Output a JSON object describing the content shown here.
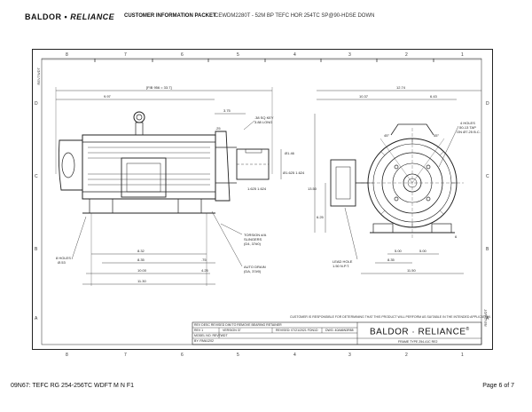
{
  "header": {
    "logo_left": "BALDOR",
    "logo_sep": "•",
    "logo_right": "RELIANCE",
    "packet_title": "CUSTOMER INFORMATION PACKET",
    "model_line": "CEWDM2280T - 52M BP TEFC HOR 254TC SP@90-HDSE DOWN"
  },
  "drawing": {
    "zones_top": [
      "8",
      "7",
      "6",
      "5",
      "4",
      "3",
      "2",
      "1"
    ],
    "zones_side": [
      "D",
      "C",
      "B",
      "A"
    ],
    "rev_label": "REV7WDT",
    "dims": {
      "overall_len": "[FIB 956 = 33.7]",
      "d997": "9.97",
      "d375": "3.75",
      "d25": ".25",
      "key": ".38 SQ KEY",
      "key_long": "3.88 LONG",
      "d146": "Ø1.46",
      "d163": "1.625\n1.624",
      "d1625": "Ø1.625\n1.624",
      "d832": "8.32",
      "d835": "8.35",
      "d75": ".75",
      "d425": "4.25",
      "d1000": "10.00",
      "d1130": "11.30",
      "holes": "8 HOLES",
      "hole_dia": "Ø.53",
      "conduit": "TORSION #/A",
      "conduit2": "SLINGERS",
      "conduit3": "(D4, 37#0)",
      "auto_drain": "AUTO DRAIN",
      "auto_drain2": "(DA, 37#0)",
      "d1274": "12.74",
      "d1037": "10.37",
      "d643": "6.43",
      "ang45a": "45°",
      "ang45b": "45°",
      "four_holes": "4 HOLES",
      "four_holes2": ".50-13 TAP",
      "four_holes3": "ON Ø7.25 B.C.",
      "d1350": "13.50",
      "d625": "6.25",
      "d500": "5.00",
      "d500b": "5.00",
      "d835b": "8.35",
      "lead_hole": "LEAD HOLE",
      "lead_hole2": "1.50 N.P.T.",
      "d1150": "11.50",
      "d6": "6"
    }
  },
  "title_block": {
    "note": "CUSTOMER IS RESPONSIBLE FOR DETERMINING THAT THIS PRODUCT WILL PERFORM AS SUITABLE IN THE INTENDED APPLICATION",
    "rev_line": "REV   DESC  REVISED DIM TO REMOVE BEARING RETAINER",
    "rev_cell": "REV 1",
    "version": "VERSION 37",
    "revised": "REVISED: 07/21/2021 FDN1D",
    "dwg": "DWG: 40A66N3R88",
    "model_no": "MODEL NO. REV7WDT",
    "by": "BY: RMA1202",
    "brand": "BALDOR · RELIANCE",
    "brand_mark": "®",
    "frame": "FRAME TYPE 254-41C RE2"
  },
  "footer": {
    "left": "09N67: TEFC RG 254-256TC WDFT M N F1",
    "right": "Page 6 of 7"
  }
}
